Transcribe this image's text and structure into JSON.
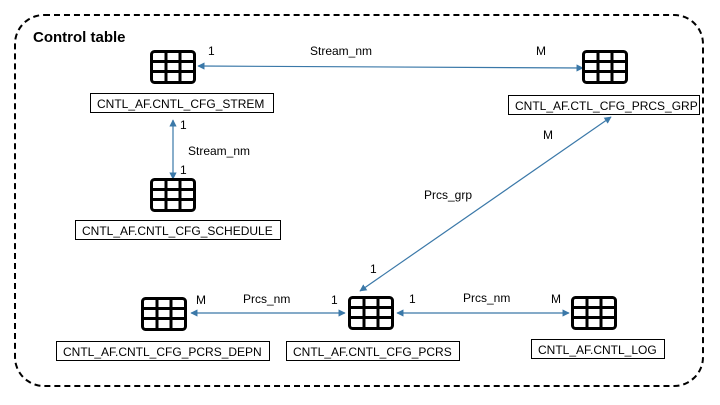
{
  "title": "Control table",
  "tables": {
    "strem": "CNTL_AF.CNTL_CFG_STREM",
    "prcs_grp": "CNTL_AF.CTL_CFG_PRCS_GRP",
    "schedule": "CNTL_AF.CNTL_CFG_SCHEDULE",
    "pcrs_depn": "CNTL_AF.CNTL_CFG_PCRS_DEPN",
    "pcrs": "CNTL_AF.CNTL_CFG_PCRS",
    "log": "CNTL_AF.CNTL_LOG"
  },
  "relations": {
    "strem_prcs_grp": {
      "label": "Stream_nm",
      "from_card": "1",
      "to_card": "M"
    },
    "strem_schedule": {
      "label": "Stream_nm",
      "from_card": "1",
      "to_card": "1"
    },
    "prcs_grp_pcrs": {
      "label": "Prcs_grp",
      "from_card": "M",
      "to_card": "1"
    },
    "pcrs_depn": {
      "label": "Prcs_nm",
      "from_card": "1",
      "to_card": "M"
    },
    "pcrs_log": {
      "label": "Prcs_nm",
      "from_card": "1",
      "to_card": "M"
    }
  },
  "colors": {
    "connector": "#3a78a8",
    "icon": "#000000"
  }
}
